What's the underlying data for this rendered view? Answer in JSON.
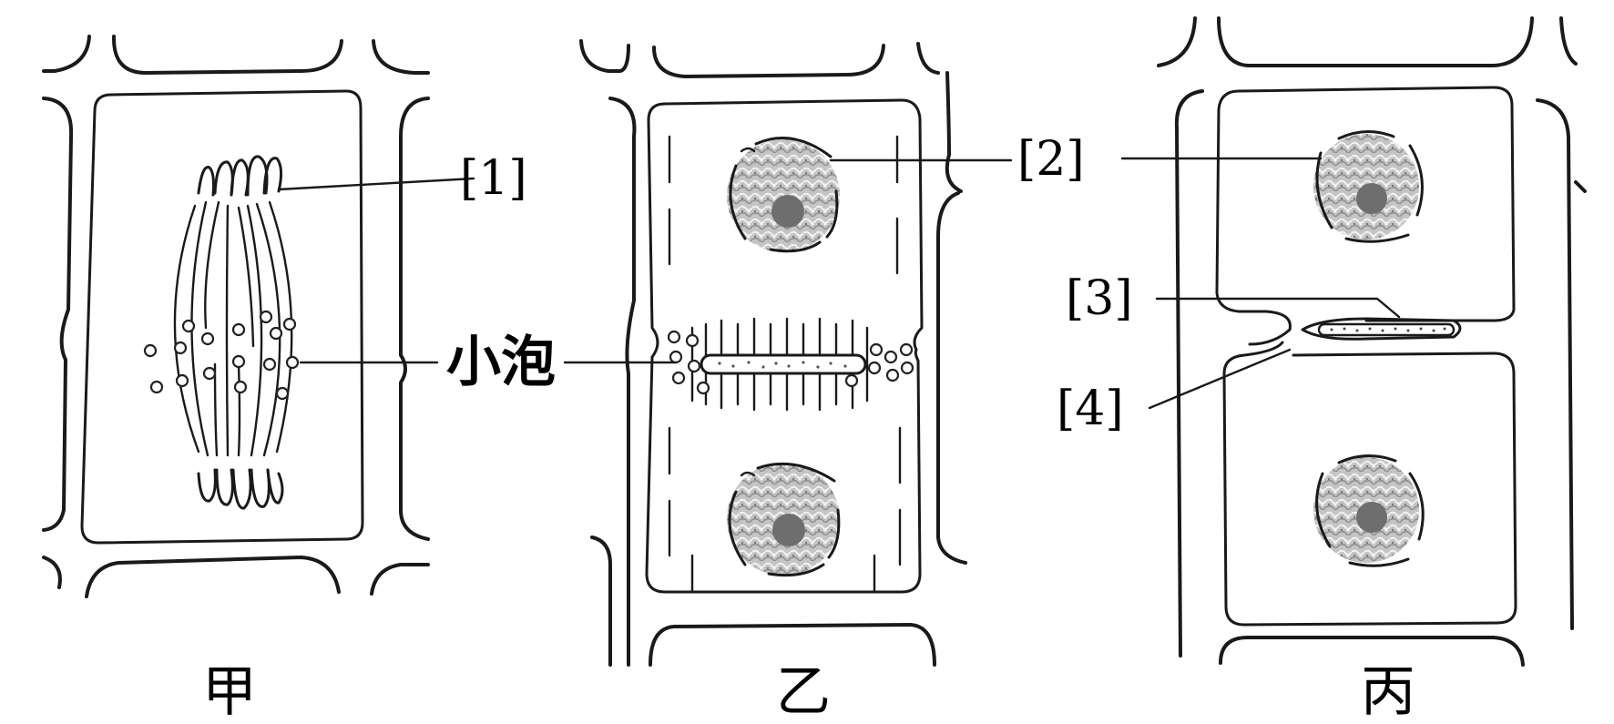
{
  "figure": {
    "panels": [
      {
        "id": "jia",
        "caption": "甲"
      },
      {
        "id": "yi",
        "caption": "乙"
      },
      {
        "id": "bing",
        "caption": "丙"
      }
    ],
    "labels": {
      "l1": "[1]",
      "l2": "[2]",
      "l3": "[3]",
      "l4": "[4]",
      "vesicle": "小泡"
    },
    "colors": {
      "line": "#1a1a1a",
      "nucleus_fill": "#b8b8b8",
      "nucleolus": "#777777",
      "background": "#ffffff"
    }
  }
}
